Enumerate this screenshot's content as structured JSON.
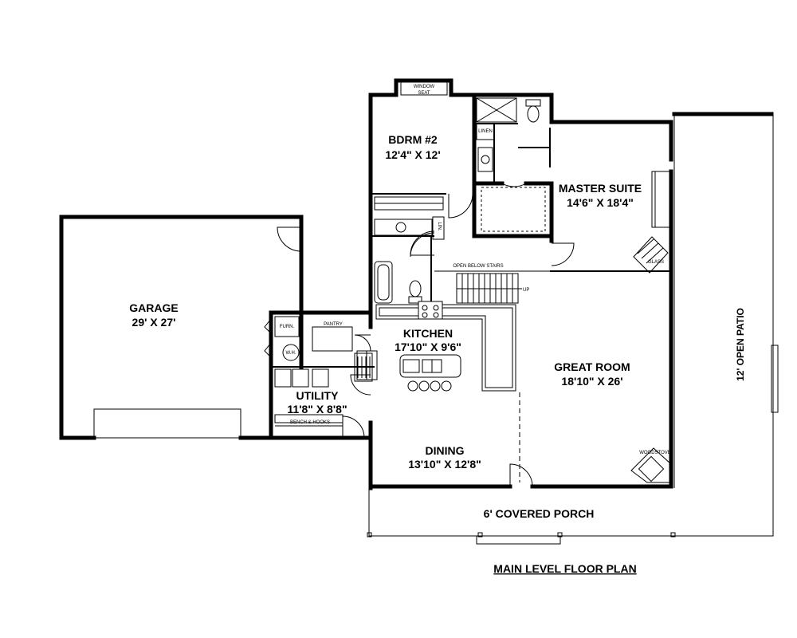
{
  "rooms": {
    "bedroom2": {
      "name": "BDRM #2",
      "size": "12'4\" X 12'"
    },
    "master_suite": {
      "name": "MASTER SUITE",
      "size": "14'6\" X 18'4\""
    },
    "garage": {
      "name": "GARAGE",
      "size": "29' X 27'"
    },
    "kitchen": {
      "name": "KITCHEN",
      "size": "17'10\" X 9'6\""
    },
    "great_room": {
      "name": "GREAT ROOM",
      "size": "18'10\" X 26'"
    },
    "utility": {
      "name": "UTILITY",
      "size": "11'8\" X 8'8\""
    },
    "dining": {
      "name": "DINING",
      "size": "13'10\" X 12'8\""
    }
  },
  "labels": {
    "window_seat": [
      "WINDOW",
      "SEAT"
    ],
    "linen": "LINEN",
    "lin": "LIN.",
    "open_below_stairs": "OPEN BELOW STAIRS",
    "up": "UP",
    "pantry": "PANTRY",
    "furn": "FURN.",
    "wh": "W.H.",
    "bench_hooks": "BENCH & HOOKS",
    "woodstove": "WOODSTOVE",
    "glass": "GLASS"
  },
  "porch": "6' COVERED PORCH",
  "patio": "12' OPEN PATIO",
  "title": "MAIN LEVEL FLOOR PLAN",
  "colors": {
    "ink": "#000000",
    "paper": "#ffffff"
  }
}
